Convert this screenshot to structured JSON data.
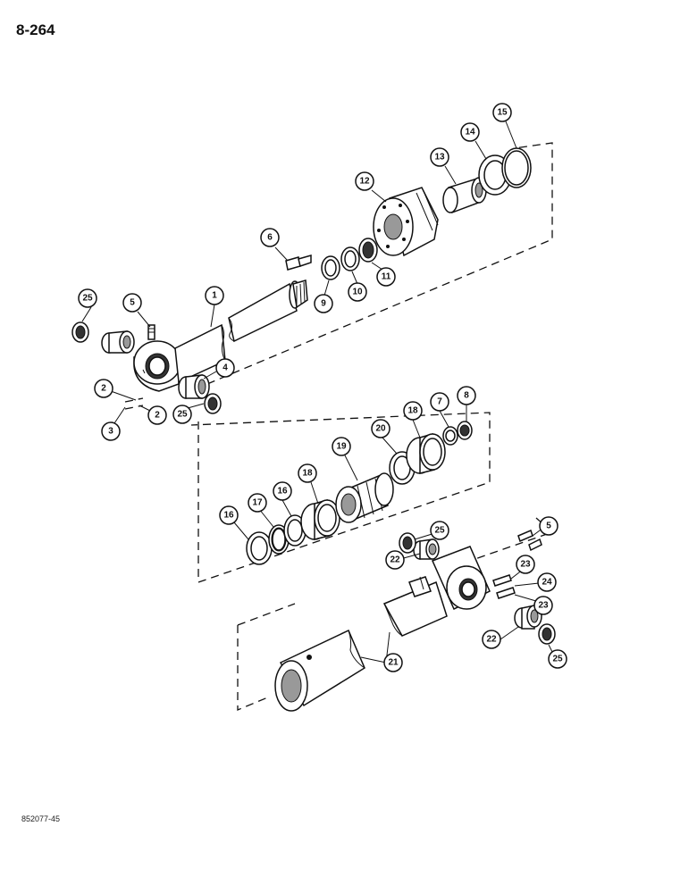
{
  "page": {
    "number": "8-264",
    "figure_code": "852077-45"
  },
  "callouts": [
    "1",
    "2",
    "2",
    "3",
    "4",
    "5",
    "6",
    "9",
    "10",
    "11",
    "12",
    "13",
    "14",
    "15",
    "25",
    "25",
    "7",
    "8",
    "16",
    "16",
    "17",
    "18",
    "18",
    "19",
    "20",
    "5",
    "21",
    "22",
    "22",
    "23",
    "23",
    "24",
    "25",
    "25"
  ]
}
